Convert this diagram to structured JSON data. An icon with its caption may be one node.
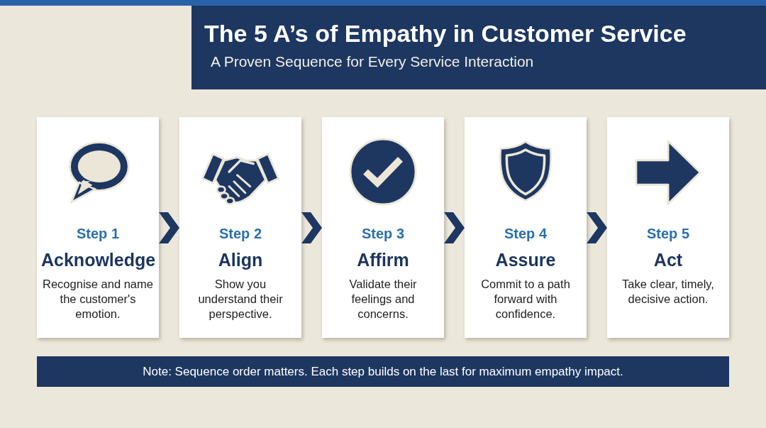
{
  "diagram": {
    "title": "The 5 A’s of Empathy in Customer Service",
    "nodes": [
      {
        "text": [
          "Step 1",
          "Acknowledge",
          "Recognise and name the customer's emotion."
        ]
      },
      {
        "text": [
          "Step 2",
          "Align",
          "Show you understand their perspective."
        ]
      },
      {
        "text": [
          "Step 3",
          "Affirm",
          "Validate their feelings and concerns."
        ]
      },
      {
        "text": [
          "Step 4",
          "Assure",
          "Commit to a path forward with confidence."
        ]
      },
      {
        "text": [
          "Step 5",
          "Act",
          "Take clear, timely, decisive action."
        ]
      },
      {
        "text": [
          "Note: Sequence order matters. Each step builds on the last for maximum empathy impact."
        ]
      }
    ],
    "edges": [
      {
        "from": 0,
        "to": 1,
        "arrow": "to"
      },
      {
        "from": 1,
        "to": 2,
        "arrow": "to"
      },
      {
        "from": 2,
        "to": 3,
        "arrow": "to"
      },
      {
        "from": 3,
        "to": 4,
        "arrow": "to"
      }
    ],
    "labels": [
      "A Proven Sequence for Every Service Interaction"
    ]
  }
}
